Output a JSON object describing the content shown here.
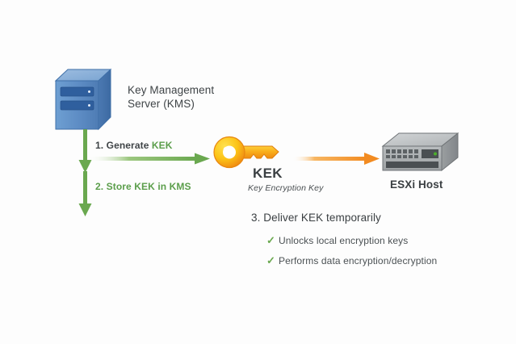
{
  "diagram": {
    "background_color": "#fdfdfd",
    "title_hidden": "",
    "kms": {
      "icon_name": "kms-server-tower-icon",
      "label": "Key Management\nServer (KMS)",
      "body_color": "#5b8bc4",
      "top_color": "#7fa8d6",
      "side_color": "#3f6fa8",
      "bay_color": "#2f5f9e"
    },
    "key": {
      "icon_name": "key-icon",
      "title": "KEK",
      "subtitle": "Key Encryption Key",
      "ring_color": "#f49a1e",
      "body_color": "#fbc81f",
      "shaft_color": "#f2a31c"
    },
    "esxi": {
      "icon_name": "esxi-server-rack-icon",
      "label": "ESXi Host",
      "body_color": "#a9acae",
      "top_color": "#c3c6c8",
      "side_color": "#8d9194",
      "panel_color": "#4a4f52",
      "led_color": "#4caf2a"
    },
    "steps": [
      {
        "id": "step-1",
        "prefix": "1. Generate ",
        "highlight": "KEK",
        "full_text": "1. Generate KEK",
        "color": "#3f4447",
        "highlight_color": "#5b9e4b"
      },
      {
        "id": "step-2",
        "full_text": "2. Store KEK in KMS",
        "color": "#5b9e4b"
      },
      {
        "id": "step-3",
        "full_text": "3. Deliver KEK temporarily",
        "color": "#3a3f42"
      }
    ],
    "bullets": [
      {
        "check": "✓",
        "text": "Unlocks local encryption keys"
      },
      {
        "check": "✓",
        "text": "Performs data encryption/decryption"
      }
    ],
    "arrows": [
      {
        "name": "arrow-kms-down-1",
        "direction": "down",
        "color": "#6aa84f"
      },
      {
        "name": "arrow-kms-down-2",
        "direction": "down",
        "color": "#6aa84f"
      },
      {
        "name": "arrow-generate-kek",
        "direction": "right",
        "color": "#6aa84f"
      },
      {
        "name": "arrow-deliver-kek",
        "direction": "right",
        "color": "#f28b21"
      }
    ]
  }
}
